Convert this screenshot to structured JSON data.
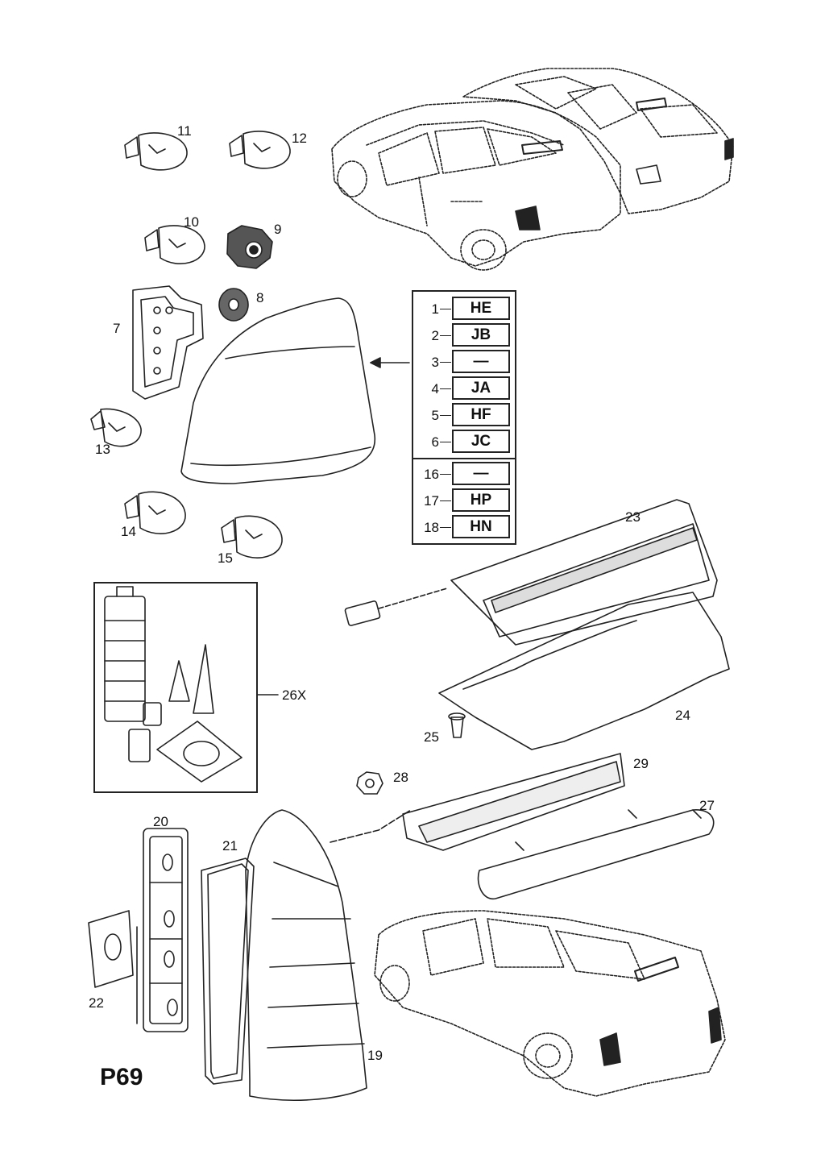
{
  "page_code": "P69",
  "callouts": {
    "c11": "11",
    "c12": "12",
    "c10": "10",
    "c9": "9",
    "c8": "8",
    "c7": "7",
    "c13": "13",
    "c14": "14",
    "c15": "15",
    "c23": "23",
    "c26x": "26X",
    "c24": "24",
    "c25": "25",
    "c28": "28",
    "c29": "29",
    "c27": "27",
    "c20": "20",
    "c21": "21",
    "c22": "22",
    "c19": "19"
  },
  "code_table": [
    {
      "num": "1",
      "code": "HE"
    },
    {
      "num": "2",
      "code": "JB"
    },
    {
      "num": "3",
      "code": "—"
    },
    {
      "num": "4",
      "code": "JA"
    },
    {
      "num": "5",
      "code": "HF"
    },
    {
      "num": "6",
      "code": "JC"
    },
    {
      "num": "16",
      "code": "—"
    },
    {
      "num": "17",
      "code": "HP"
    },
    {
      "num": "18",
      "code": "HN"
    }
  ]
}
